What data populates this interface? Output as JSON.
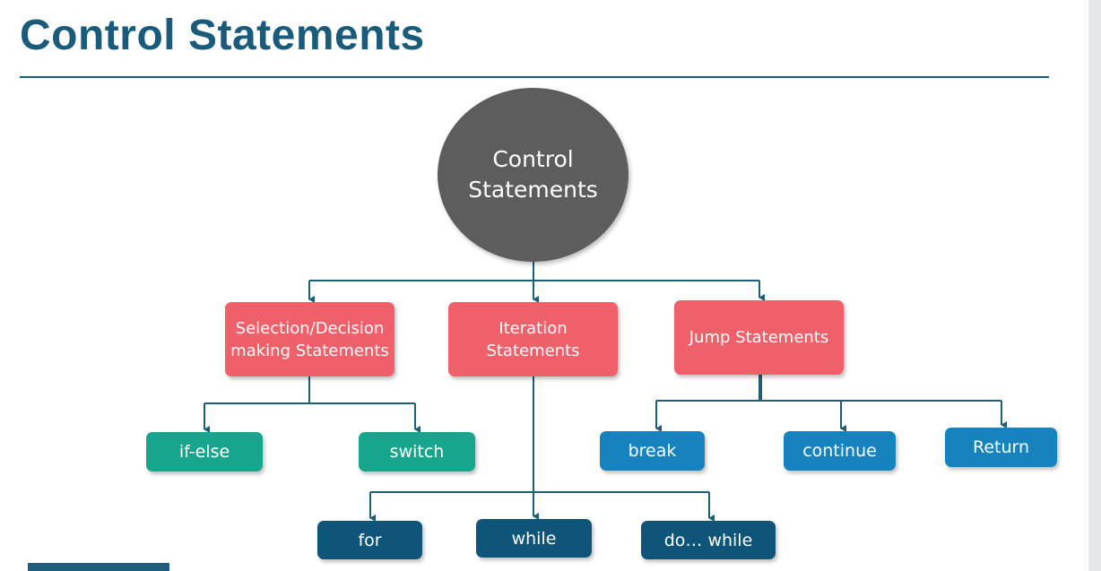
{
  "header": {
    "title": "Control Statements"
  },
  "diagram": {
    "root": {
      "label": "Control\nStatements"
    },
    "categories": {
      "selection": {
        "label": "Selection/Decision\nmaking Statements"
      },
      "iteration": {
        "label": "Iteration\nStatements"
      },
      "jump": {
        "label": "Jump Statements"
      }
    },
    "selection_items": [
      "if-else",
      "switch"
    ],
    "jump_items": [
      "break",
      "continue",
      "Return"
    ],
    "iteration_items": [
      "for",
      "while",
      "do… while"
    ]
  },
  "colors": {
    "title": "#1a5a7a",
    "root_fill": "#5d5d5d",
    "category_fill": "#f0606a",
    "selection_fill": "#18a58e",
    "jump_fill": "#1683be",
    "iteration_fill": "#0f557a",
    "connector": "#1e5f78"
  }
}
